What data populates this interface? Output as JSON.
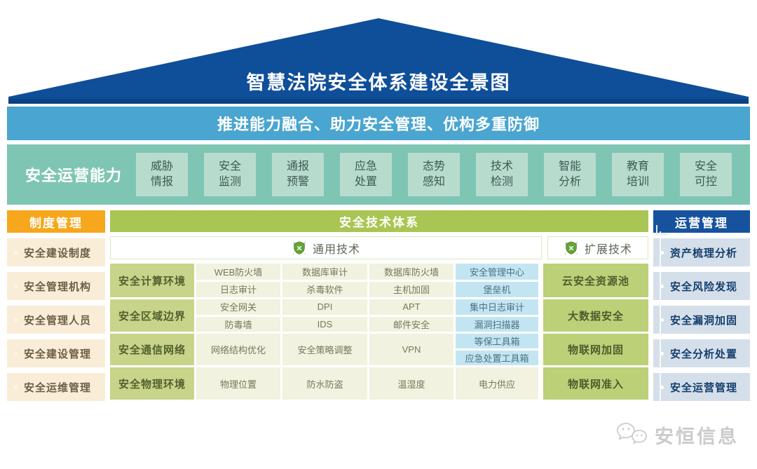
{
  "page": {
    "title": "智慧法院安全体系建设全景图",
    "banner": "推进能力融合、助力安全管理、优构多重防御"
  },
  "ops": {
    "label": "安全运营能力",
    "items": [
      "威胁情报",
      "安全监测",
      "通报预警",
      "应急处置",
      "态势感知",
      "技术检测",
      "智能分析",
      "教育培训",
      "安全可控"
    ]
  },
  "policy": {
    "header": "制度管理",
    "items": [
      "安全建设制度",
      "安全管理机构",
      "安全管理人员",
      "安全建设管理",
      "安全运维管理"
    ]
  },
  "operation": {
    "header": "运营管理",
    "items": [
      "资产梳理分析",
      "安全风险发现",
      "安全漏洞加固",
      "安全分析处置",
      "安全运营管理"
    ]
  },
  "tech": {
    "header": "安全技术体系",
    "general_label": "通用技术",
    "extended_label": "扩展技术",
    "rows": [
      {
        "label": "安全计算环境",
        "cells_top": [
          "WEB防火墙",
          "数据库审计",
          "数据库防火墙"
        ],
        "cells_bottom": [
          "日志审计",
          "杀毒软件",
          "主机加固"
        ],
        "mgmt_top": "安全管理中心",
        "mgmt_bottom": "堡垒机"
      },
      {
        "label": "安全区域边界",
        "cells_top": [
          "安全网关",
          "DPI",
          "APT"
        ],
        "cells_bottom": [
          "防毒墙",
          "IDS",
          "邮件安全"
        ],
        "mgmt_top": "集中日志审计",
        "mgmt_bottom": "漏洞扫描器"
      },
      {
        "label": "安全通信网络",
        "cells": [
          "网络结构优化",
          "安全策略调整",
          "VPN"
        ],
        "mgmt_top": "等保工具箱",
        "mgmt_bottom": "应急处置工具箱"
      },
      {
        "label": "安全物理环境",
        "cells": [
          "物理位置",
          "防水防盗",
          "温湿度",
          "电力供应"
        ]
      }
    ],
    "extended_items": [
      "云安全资源池",
      "大数据安全",
      "物联网加固",
      "物联网准入"
    ]
  },
  "watermark": {
    "text": "安恒信息"
  },
  "icons": {
    "general_tech": "shield-icon",
    "extended_tech": "shield-icon",
    "watermark": "chat-bubbles-icon"
  },
  "colors": {
    "roof": "#0F4E99",
    "roof_base": "#0C4183",
    "banner": "#4AA5D0",
    "ops_bg": "#7FC5B3",
    "ops_box": "#B7DCCE",
    "policy_header": "#F6A71B",
    "policy_item": "#F9EDD8",
    "tech_header": "#A9C553",
    "row_label": "#C7D489",
    "cell": "#F1F2DF",
    "mgmt_cell": "#C3E5F1",
    "extended_cell": "#BCD077",
    "operation_header": "#17529E",
    "operation_item": "#D5DFEA",
    "shield_green": "#63A339",
    "watermark_gray": "#CBCBCB"
  }
}
